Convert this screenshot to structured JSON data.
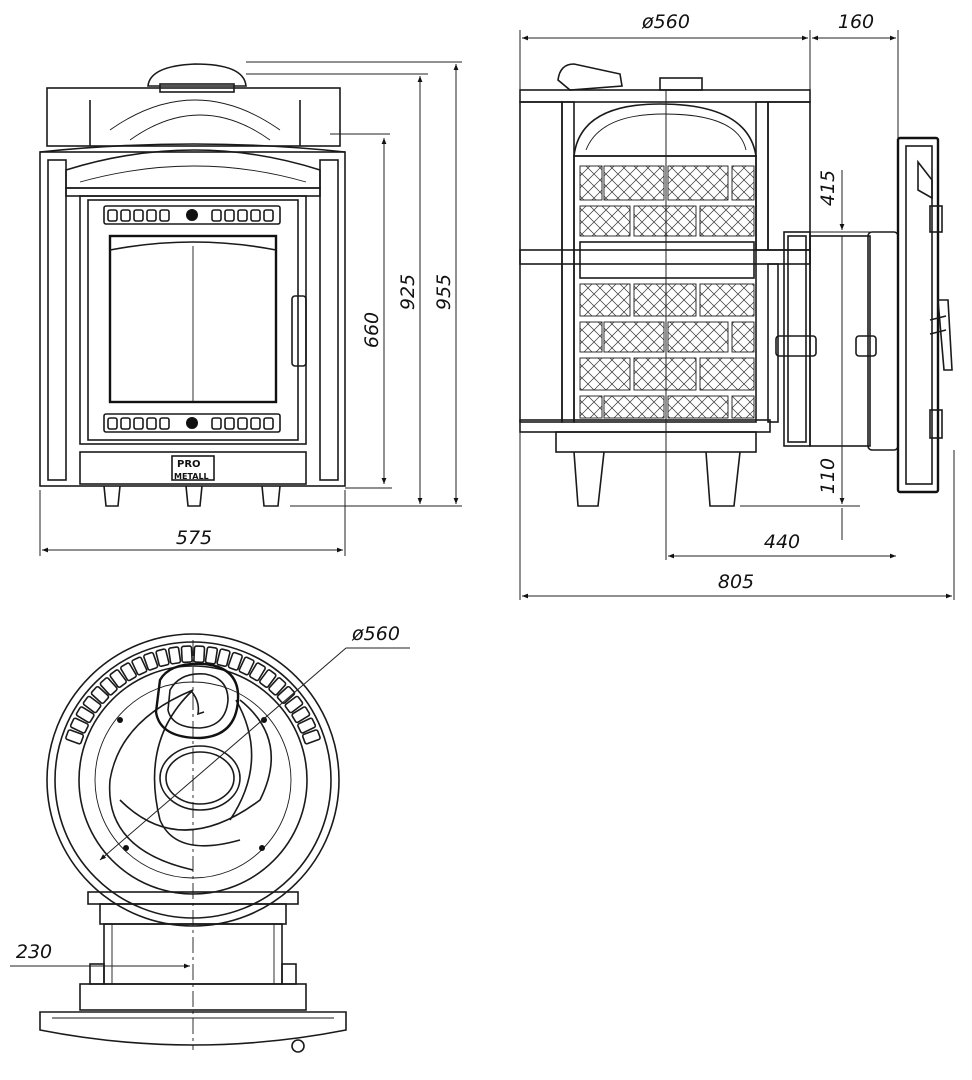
{
  "dimensions": {
    "front_width": "575",
    "height_660": "660",
    "height_925": "925",
    "height_955": "955",
    "top_diameter": "ø560",
    "door_offset": "160",
    "upper_415": "415",
    "leg_110": "110",
    "depth_440": "440",
    "total_depth": "805",
    "plan_diameter": "ø560",
    "plan_230": "230"
  },
  "logo": {
    "line1": "PRO",
    "line2": "METALL"
  },
  "colors": {
    "ink": "#1a1a1a",
    "background": "#ffffff"
  }
}
